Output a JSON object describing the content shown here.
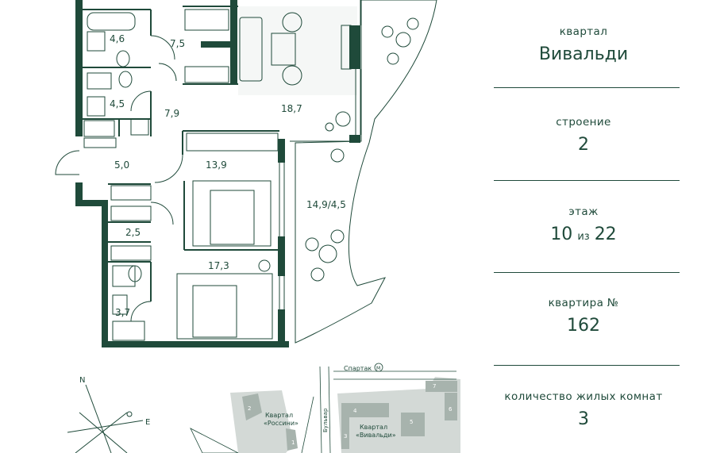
{
  "rooms": [
    {
      "id": "bath1",
      "area": "4,6"
    },
    {
      "id": "hall1",
      "area": "7,5"
    },
    {
      "id": "bath2",
      "area": "4,5"
    },
    {
      "id": "hall2",
      "area": "7,9"
    },
    {
      "id": "living",
      "area": "18,7"
    },
    {
      "id": "entry",
      "area": "5,0"
    },
    {
      "id": "bed1",
      "area": "13,9"
    },
    {
      "id": "balcony",
      "area": "14,9/4,5"
    },
    {
      "id": "storage",
      "area": "2,5"
    },
    {
      "id": "bed2",
      "area": "17,3"
    },
    {
      "id": "bath3",
      "area": "3,7"
    }
  ],
  "compass": {
    "north": "N",
    "east": "E"
  },
  "map": {
    "metro_label": "Спартак",
    "metro_symbol": "М",
    "boulevard_label": "Бульвар",
    "rossini_label_1": "Квартал",
    "rossini_label_2": "«Россини»",
    "vivaldi_label_1": "Квартал",
    "vivaldi_label_2": "«Вивальди»",
    "building_numbers": [
      "1",
      "2",
      "3",
      "4",
      "5",
      "6",
      "7"
    ]
  },
  "info": {
    "district_label": "квартал",
    "district_value": "Вивальди",
    "building_label": "строение",
    "building_value": "2",
    "floor_label": "этаж",
    "floor_value": "10",
    "floor_of": "из",
    "floor_total": "22",
    "apartment_label": "квартира №",
    "apartment_value": "162",
    "rooms_label": "количество жилых комнат",
    "rooms_value": "3"
  },
  "colors": {
    "wall": "#1f4a3a",
    "accent": "#1f4a3a",
    "room_fill": "#f4f6f5",
    "map_block": "#d3d9d6"
  }
}
